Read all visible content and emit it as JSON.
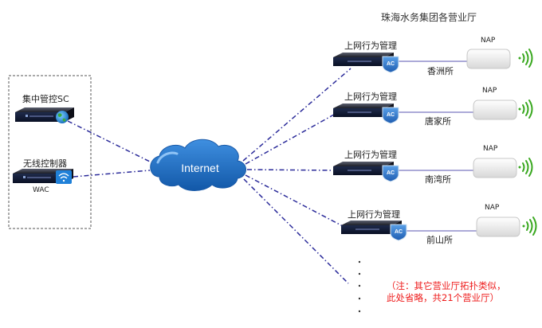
{
  "title": "珠海水务集团各营业厅",
  "hq": {
    "sc_label": "集中管控SC",
    "wac_top_label": "无线控制器",
    "wac_bottom_label": "WAC"
  },
  "internet_label": "Internet",
  "branches": [
    {
      "device_label": "上网行为管理",
      "badge": "AC",
      "site": "香洲所",
      "ap_label": "NAP"
    },
    {
      "device_label": "上网行为管理",
      "badge": "AC",
      "site": "唐家所",
      "ap_label": "NAP"
    },
    {
      "device_label": "上网行为管理",
      "badge": "AC",
      "site": "南湾所",
      "ap_label": "NAP"
    },
    {
      "device_label": "上网行为管理",
      "badge": "AC",
      "site": "前山所",
      "ap_label": "NAP"
    }
  ],
  "note": {
    "line1": "（注：其它营业厅拓扑类似，",
    "line2": "此处省略，共21个营业厅）"
  },
  "colors": {
    "wan_link": "#2b2b9a",
    "lan_link": "#7a78c0",
    "cloud": "#1f6fc4",
    "note": "#ee1c1c",
    "wifi": "#3aa820"
  }
}
